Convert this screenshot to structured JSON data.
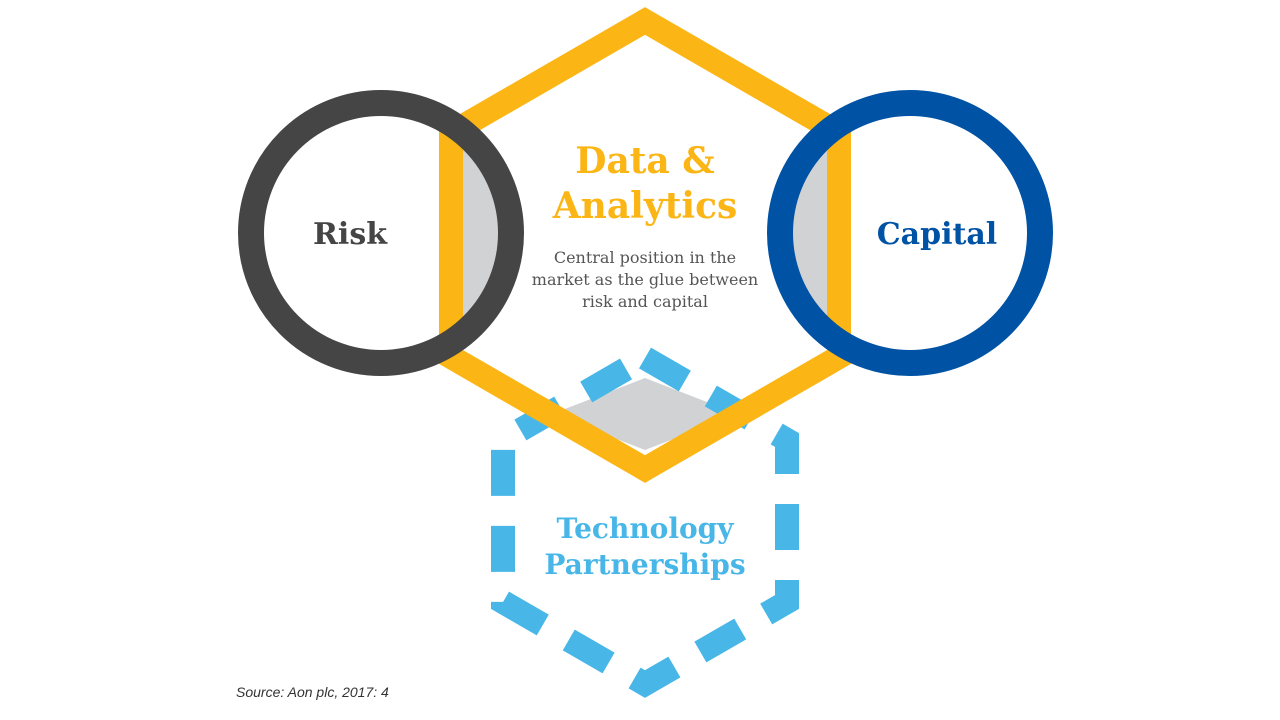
{
  "diagram": {
    "risk": {
      "label": "Risk"
    },
    "capital": {
      "label": "Capital"
    },
    "data_analytics": {
      "label_line1": "Data &",
      "label_line2": "Analytics",
      "desc_line1": "Central position in the",
      "desc_line2": "market as the glue between",
      "desc_line3": "risk and capital"
    },
    "technology": {
      "label_line1": "Technology",
      "label_line2": "Partnerships"
    }
  },
  "source": "Source: Aon plc, 2017: 4",
  "colors": {
    "risk": "#454545",
    "capital": "#0052a5",
    "data_analytics": "#fbb515",
    "technology": "#48b7e8",
    "overlap": "#d1d2d4",
    "desc_text": "#555555"
  }
}
